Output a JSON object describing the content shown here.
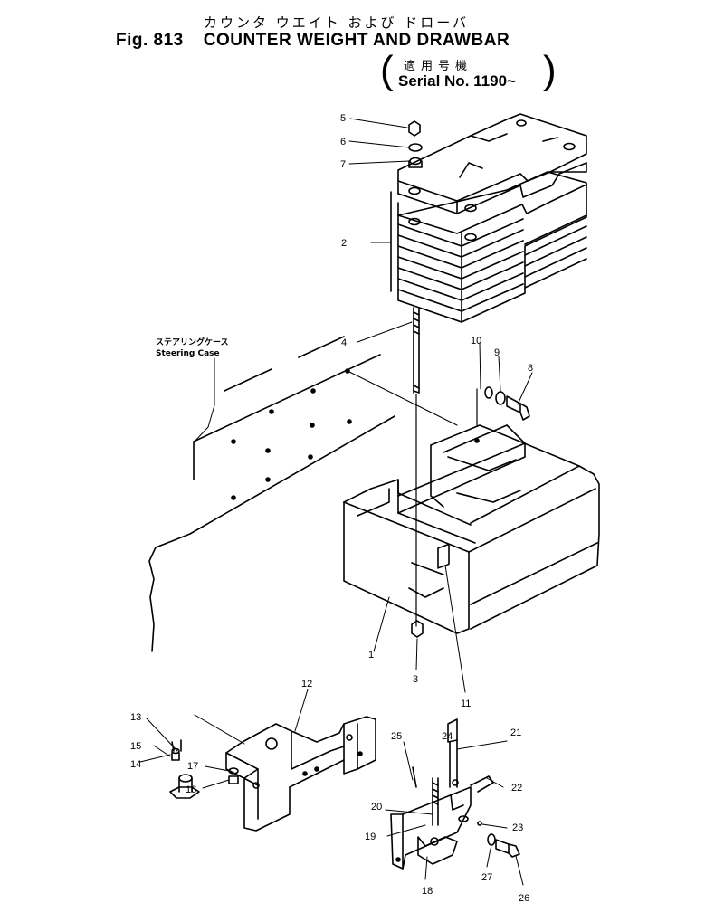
{
  "header": {
    "title_jp": "カウンタ ウエイト および ドローバ",
    "fig_label": "Fig. 813",
    "title": "COUNTER WEIGHT AND DRAWBAR",
    "serial_jp": "適用号機",
    "serial": "Serial No. 1190~"
  },
  "labels": {
    "steering_jp": "ステアリングケース",
    "steering": "Steering Case"
  },
  "callouts": {
    "c1": "1",
    "c2": "2",
    "c3": "3",
    "c4": "4",
    "c5": "5",
    "c6": "6",
    "c7": "7",
    "c8": "8",
    "c9": "9",
    "c10": "10",
    "c11": "11",
    "c12": "12",
    "c13": "13",
    "c14": "14",
    "c15": "15",
    "c16": "16",
    "c17": "17",
    "c18": "18",
    "c19": "19",
    "c20": "20",
    "c21": "21",
    "c22": "22",
    "c23": "23",
    "c24": "24",
    "c25": "25",
    "c26": "26",
    "c27": "27"
  }
}
